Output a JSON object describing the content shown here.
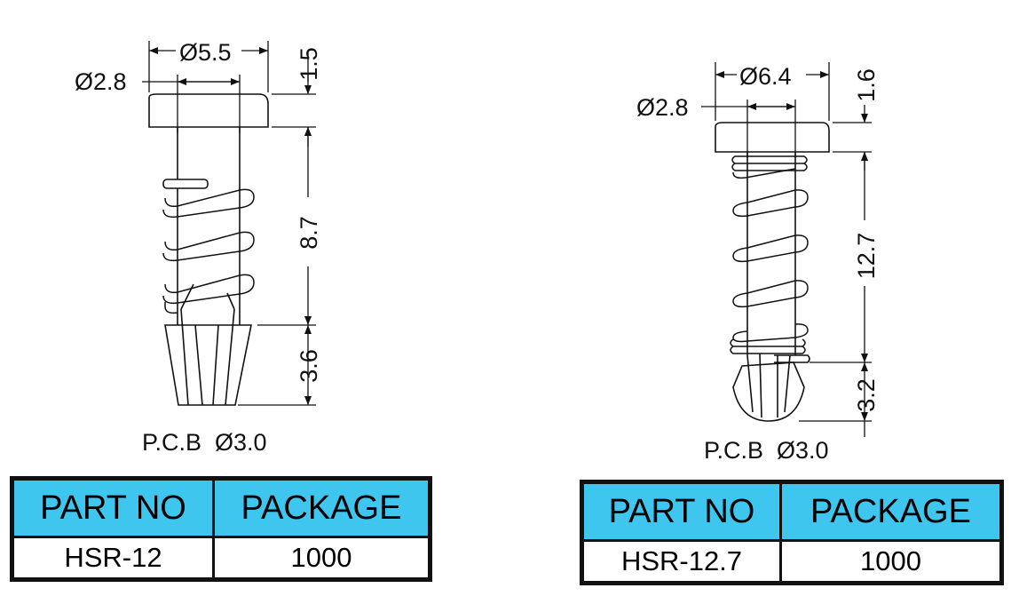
{
  "colors": {
    "header_bg": "#3fc6ef",
    "line": "#111111",
    "part_fill": "#ffffff"
  },
  "parts": [
    {
      "dims": {
        "head_dia": "Ø5.5",
        "hole_dia": "Ø2.8",
        "head_h": "1.5",
        "spring_len": "8.7",
        "tip_len": "3.6"
      },
      "pcb_label": "P.C.B  Ø3.0",
      "table": {
        "headers": [
          "PART NO",
          "PACKAGE"
        ],
        "part_no": "HSR-12",
        "package": "1000"
      }
    },
    {
      "dims": {
        "head_dia": "Ø6.4",
        "hole_dia": "Ø2.8",
        "head_h": "1.6",
        "spring_len": "12.7",
        "tip_len": "3.2"
      },
      "pcb_label": "P.C.B  Ø3.0",
      "table": {
        "headers": [
          "PART NO",
          "PACKAGE"
        ],
        "part_no": "HSR-12.7",
        "package": "1000"
      }
    }
  ]
}
